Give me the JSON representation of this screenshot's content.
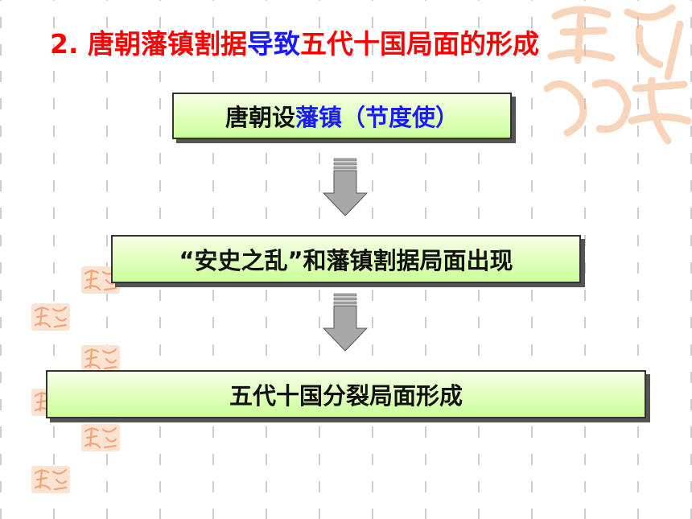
{
  "title": {
    "part1": "2. 唐朝藩镇割据",
    "part2": "导致",
    "part3": "五代十国局面的形成"
  },
  "flow": {
    "step1": {
      "prefix": "唐朝设",
      "highlight": "藩镇",
      "suffix": "（节度使）"
    },
    "step2": {
      "text": "“安史之乱”和藩镇割据局面出现"
    },
    "step3": {
      "text": "五代十国分裂局面形成"
    }
  },
  "colors": {
    "title_red": "#ff0000",
    "highlight_blue": "#1a1aff",
    "box_fill_top": "#f7ffe6",
    "box_fill_bottom": "#ccff99",
    "arrow_fill": "#a8a8a8",
    "seal_color": "#f4b183"
  },
  "icons": [
    "down-arrow-icon",
    "seal-stamp-icon"
  ]
}
